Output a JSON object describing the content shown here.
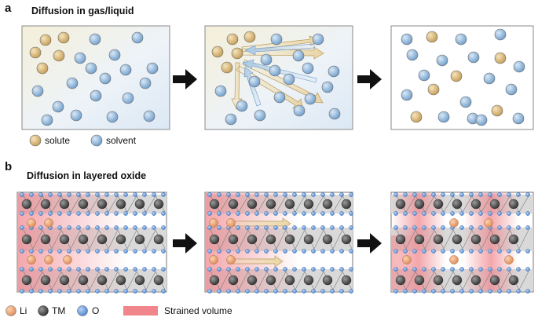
{
  "panel_a": {
    "label": "a",
    "title": "Diffusion  in gas/liquid",
    "legend": [
      {
        "label": "solute",
        "color": "#d6b77a"
      },
      {
        "label": "solvent",
        "color": "#8fb5dc"
      }
    ]
  },
  "panel_b": {
    "label": "b",
    "title": "Diffusion  in layered oxide",
    "legend": [
      {
        "label": "Li",
        "color": "#e8a276"
      },
      {
        "label": "TM",
        "color": "#555555"
      },
      {
        "label": "O",
        "color": "#7ea8dc"
      },
      {
        "label": "Strained volume",
        "color": "#f0858c"
      }
    ]
  },
  "colors": {
    "solute": "#d6b77a",
    "solvent": "#8fb5dc",
    "li": "#e8a276",
    "tm": "#4a4a4a",
    "o": "#6f9fdc",
    "strain": "#f0858c",
    "arrow": "#111111"
  }
}
